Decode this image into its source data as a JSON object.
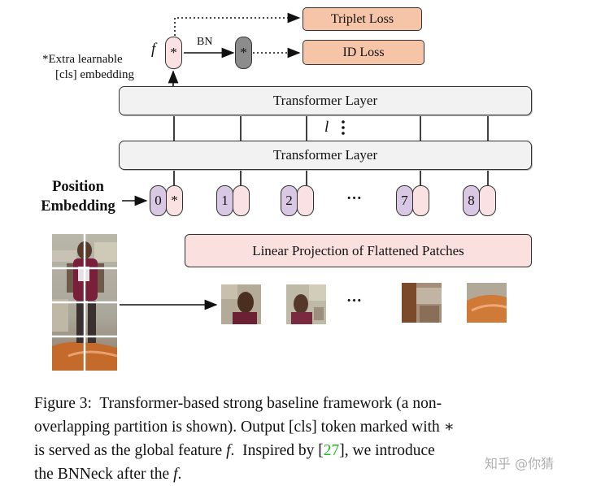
{
  "diagram": {
    "top": {
      "f_label": "f",
      "bn_label": "BN",
      "cls_symbol": "*",
      "triplet_loss": "Triplet Loss",
      "id_loss": "ID Loss",
      "extra_note_line1": "Extra learnable",
      "extra_note_line2": "[cls] embedding"
    },
    "transformer_layer_label": "Transformer Layer",
    "layer_index_label": "l",
    "position_embedding_line1": "Position",
    "position_embedding_line2": "Embedding",
    "tokens": [
      "0",
      "1",
      "2",
      "7",
      "8"
    ],
    "ellipsis": "···",
    "linear_projection_label": "Linear Projection of Flattened Patches"
  },
  "caption": {
    "text_a": "Figure 3:  Transformer-based strong baseline framework (a non-",
    "text_b": "overlapping partition is shown). Output [cls] token marked with ∗",
    "text_c1": "is served as the global feature ",
    "text_c_f": "f",
    "text_c2": ".  Inspired by [",
    "text_c_cite": "27",
    "text_c3": "], we introduce",
    "text_d1": "the BNNeck after the ",
    "text_d_f": "f",
    "text_d2": "."
  },
  "watermark": "知乎 @你猜",
  "colors": {
    "loss_fill": "#f6c4a6",
    "token_purple": "#d9c8e4",
    "token_pink": "#fbe2e2",
    "bn_gray": "#8c8c8c",
    "cite_green": "#1fb81f"
  }
}
